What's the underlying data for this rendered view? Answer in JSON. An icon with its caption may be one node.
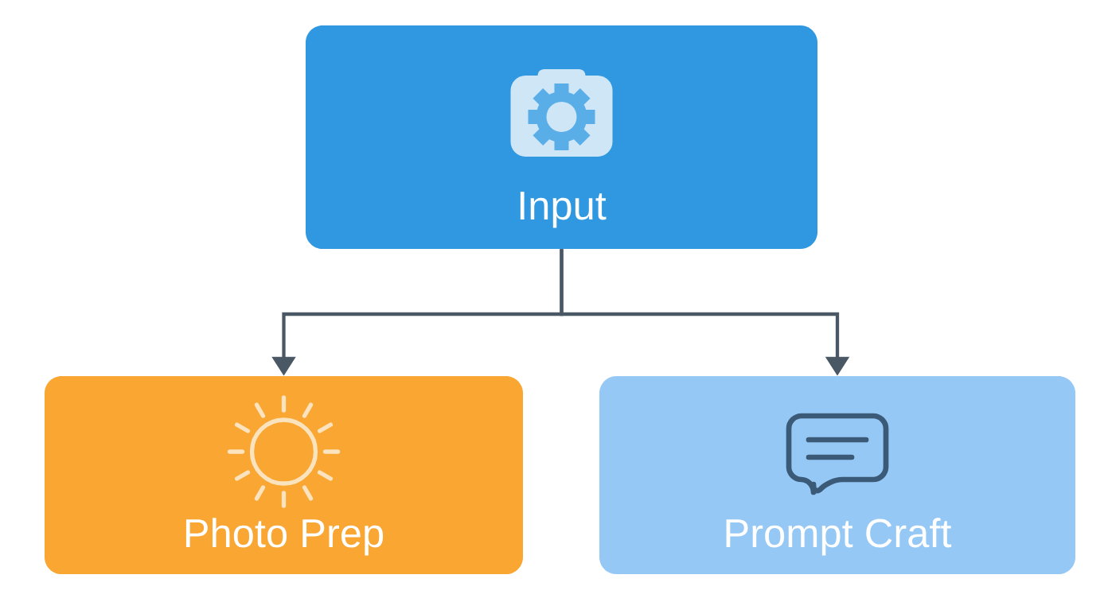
{
  "diagram": {
    "nodes": [
      {
        "text": [
          "Input"
        ]
      },
      {
        "text": [
          "Photo Prep"
        ]
      },
      {
        "text": [
          "Prompt Craft"
        ]
      }
    ],
    "edges": [
      {
        "from": 0,
        "to": 1,
        "arrow": "to"
      },
      {
        "from": 0,
        "to": 2,
        "arrow": "to"
      }
    ]
  }
}
